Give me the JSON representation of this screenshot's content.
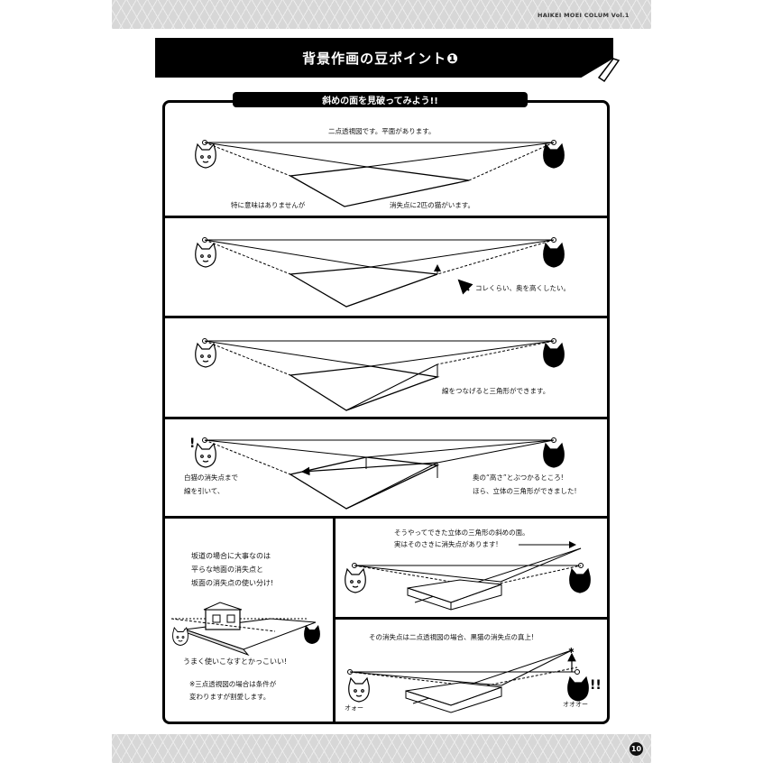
{
  "header": {
    "tag": "HAIKEI MOEI COLUM Vol.1"
  },
  "title": "背景作画の豆ポイント❶",
  "subtitle": "斜めの面を見破ってみよう!!",
  "panel1": {
    "caption_top": "二点透視図です。平面があります。",
    "caption_left": "特に意味はありませんが",
    "caption_right": "消失点に2匹の猫がいます。"
  },
  "panel2": {
    "caption": "コレくらい、奥を高くしたい。"
  },
  "panel3": {
    "caption": "線をつなげると三角形ができます。"
  },
  "panel4": {
    "caption_left_1": "白猫の消失点まで",
    "caption_left_2": "線を引いて、",
    "caption_right_1": "奥の“高さ”とぶつかるところ!",
    "caption_right_2": "ほら、立体の三角形ができました!"
  },
  "panel5": {
    "line1": "坂道の場合に大事なのは",
    "line2": "平らな地面の消失点と",
    "line3": "坂面の消失点の使い分け!",
    "line4": "うまく使いこなすとかっこいい!",
    "note1": "※三点透視図の場合は条件が",
    "note2": "変わりますが割愛します。"
  },
  "panel6": {
    "line1": "そうやってできた立体の三角形の斜めの面。",
    "line2": "実はそのさきに消失点があります!"
  },
  "panel7": {
    "line1": "その消失点は二点透視図の場合、黒猫の消失点の真上!",
    "sfx_left": "オォー",
    "sfx_right": "オオオー"
  },
  "page_number": "10"
}
